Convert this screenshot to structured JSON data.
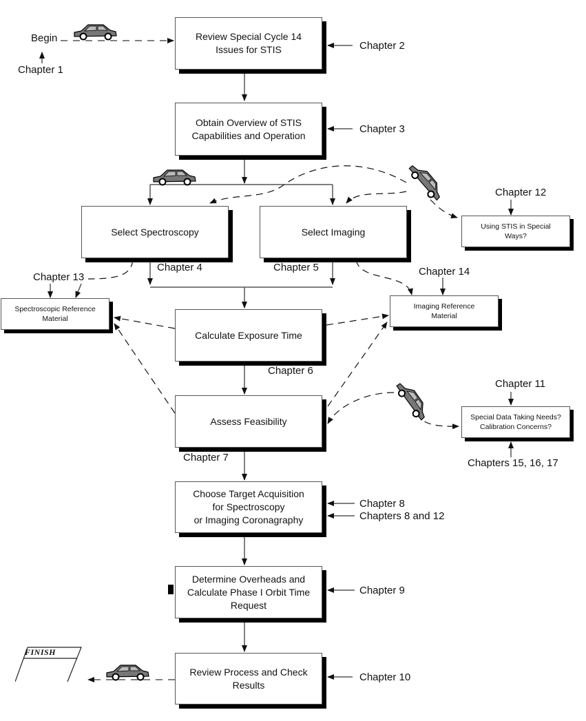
{
  "start": {
    "label": "Begin",
    "source": "Chapter 1"
  },
  "finish": {
    "label": "FINISH"
  },
  "boxes": {
    "review_issues": "Review Special Cycle 14\nIssues for STIS",
    "overview": "Obtain Overview of STIS\nCapabilities and Operation",
    "spectroscopy": "Select Spectroscopy",
    "imaging": "Select Imaging",
    "special_ways": "Using STIS in Special\nWays?",
    "spec_reference": "Spectroscopic Reference\nMaterial",
    "img_reference": "Imaging Reference\nMaterial",
    "exposure": "Calculate Exposure Time",
    "feasibility": "Assess Feasibility",
    "special_data": "Special Data Taking Needs?\nCalibration Concerns?",
    "target_acq": "Choose Target Acquisition\nfor Spectroscopy\nor Imaging Coronagraphy",
    "overheads": "Determine Overheads and\nCalculate Phase I Orbit Time\nRequest",
    "review_process": "Review Process and Check\nResults"
  },
  "chapters": {
    "ch2": "Chapter 2",
    "ch3": "Chapter 3",
    "ch4": "Chapter 4",
    "ch5": "Chapter 5",
    "ch6": "Chapter 6",
    "ch7": "Chapter 7",
    "ch8": "Chapter 8",
    "ch8_12": "Chapters 8 and 12",
    "ch9": "Chapter 9",
    "ch10": "Chapter 10",
    "ch11": "Chapter 11",
    "ch12": "Chapter 12",
    "ch13": "Chapter 13",
    "ch14": "Chapter 14",
    "ch15_17": "Chapters 15, 16, 17"
  },
  "colors": {
    "line": "#555555",
    "shadow": "#000000",
    "car_body": "#777777"
  }
}
